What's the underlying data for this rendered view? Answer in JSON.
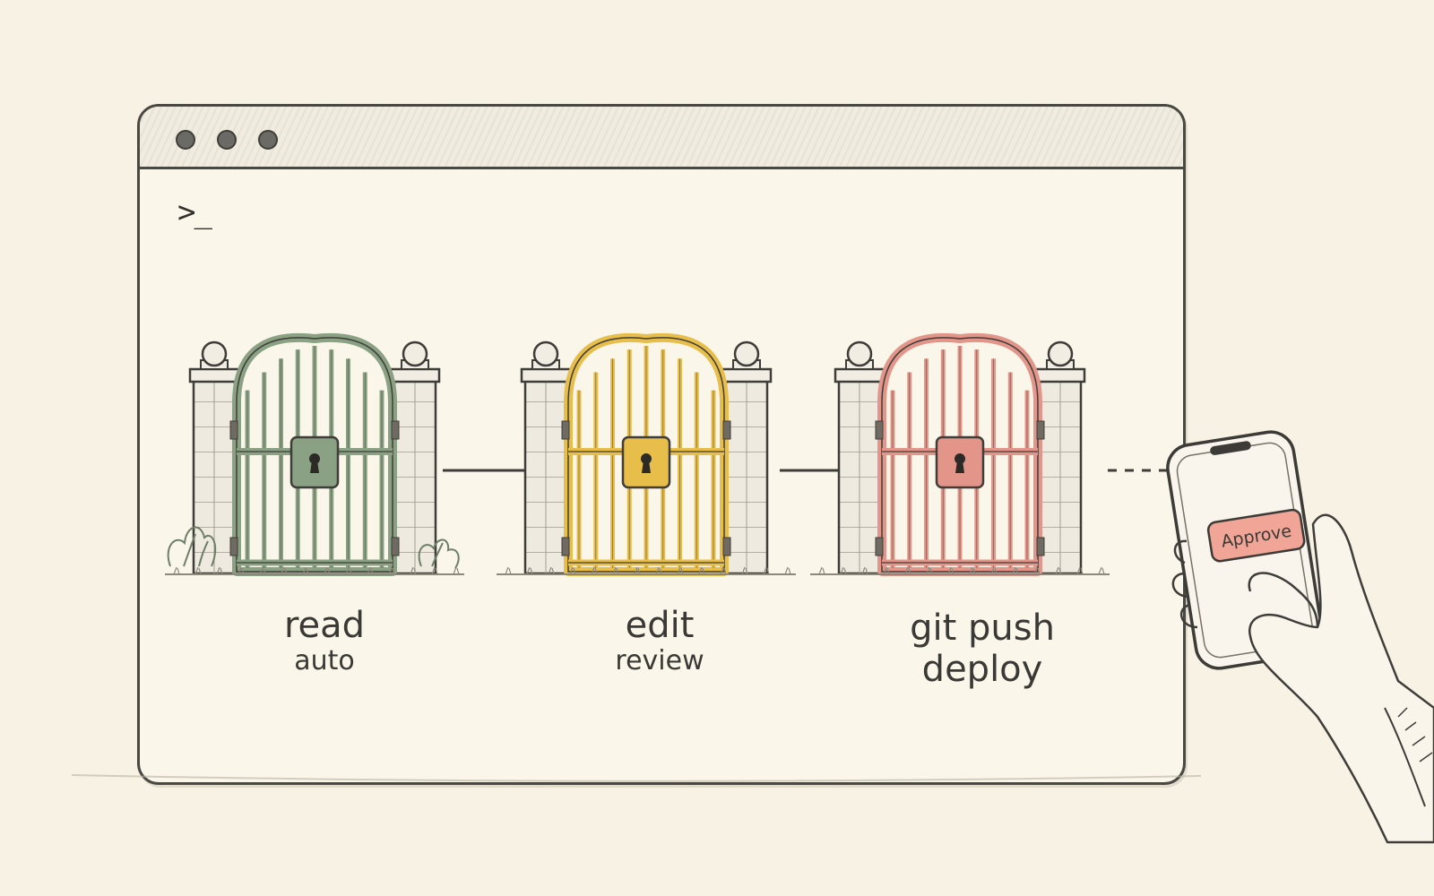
{
  "terminal": {
    "prompt": ">_"
  },
  "gates": [
    {
      "id": "read",
      "action": "read",
      "mode": "auto",
      "color": "#8aa283"
    },
    {
      "id": "edit",
      "action": "edit",
      "mode": "review",
      "color": "#e8be4a"
    },
    {
      "id": "push",
      "action": "git push",
      "mode": "deploy",
      "color": "#e3958a"
    }
  ],
  "phone": {
    "button_label": "Approve",
    "button_color": "#f1a597"
  },
  "icons": [
    "terminal-prompt-icon",
    "keyhole-icon",
    "padlock-icon",
    "phone-icon",
    "hand-icon"
  ]
}
